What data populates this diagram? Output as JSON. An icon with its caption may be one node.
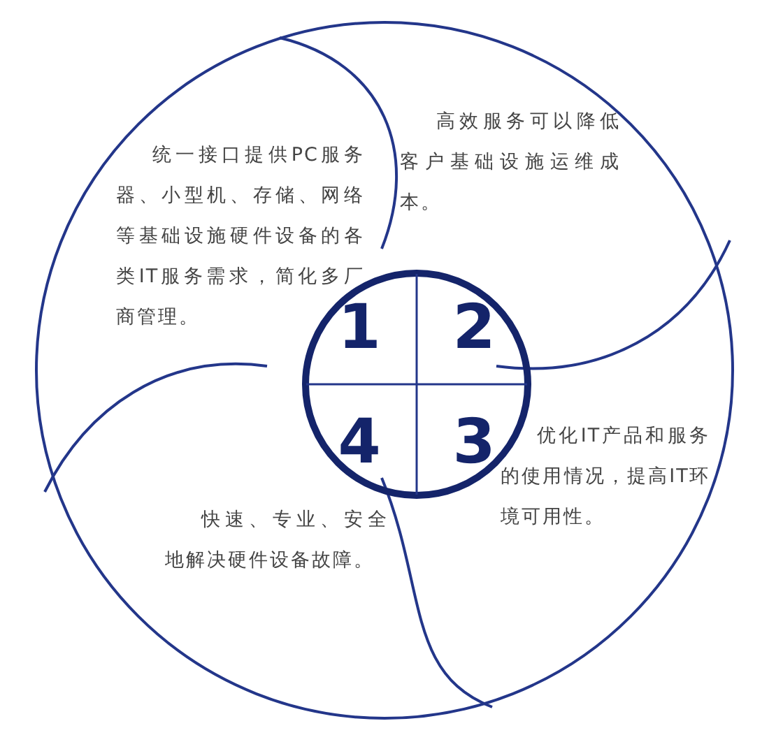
{
  "diagram": {
    "nodes": [
      {
        "text": [],
        "shape": "circle"
      },
      {
        "text": [],
        "shape": "circle",
        "in": 0
      },
      {
        "text": [
          "1"
        ],
        "in": 1
      },
      {
        "text": [
          "2"
        ],
        "in": 1
      },
      {
        "text": [
          "4"
        ],
        "in": 1
      },
      {
        "text": [
          "3"
        ],
        "in": 1
      }
    ],
    "labels": [
      "统一接口提供PC服务器、小型机、存储、网络等基础设施硬件设备的各类IT服务需求，简化多厂商管理。",
      "高效服务可以降低客户基础设施运维成本。",
      "优化IT产品和服务的使用情况，提高IT环境可用性。",
      "快速、专业、安全地解决硬件设备故障。"
    ]
  }
}
